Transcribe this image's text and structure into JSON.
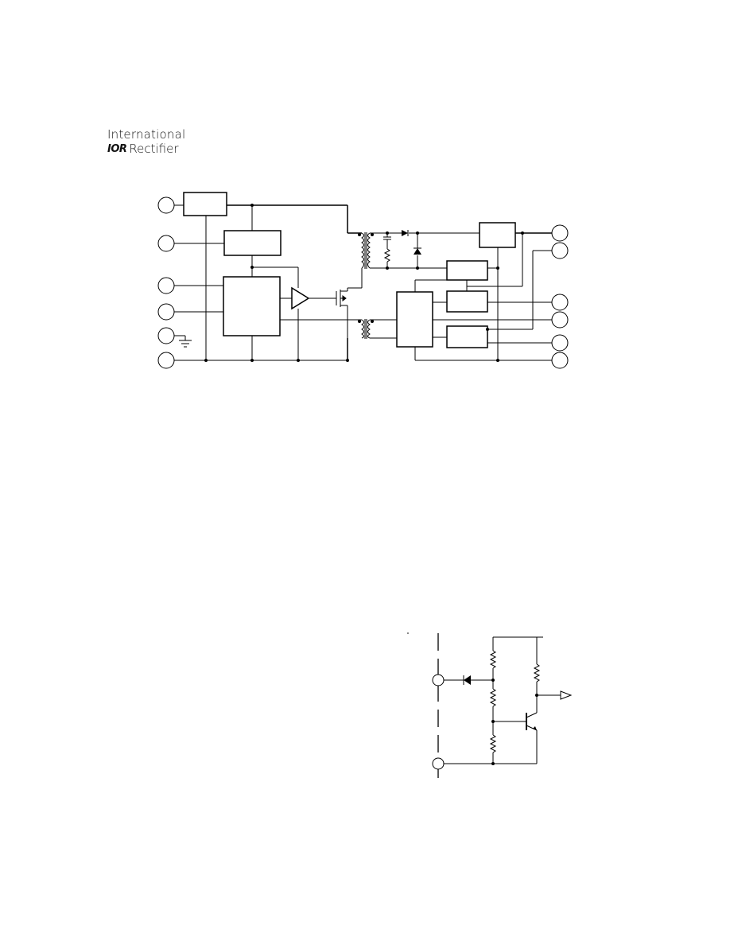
{
  "logo": {
    "line1": "International",
    "mark": "IOR",
    "line2": "Rectifier"
  },
  "colors": {
    "ink": "#000000",
    "background": "#ffffff"
  },
  "figures": [
    {
      "name": "block-diagram",
      "kind": "schematic",
      "text": ""
    },
    {
      "name": "output-circuit",
      "kind": "schematic",
      "text": ""
    }
  ]
}
